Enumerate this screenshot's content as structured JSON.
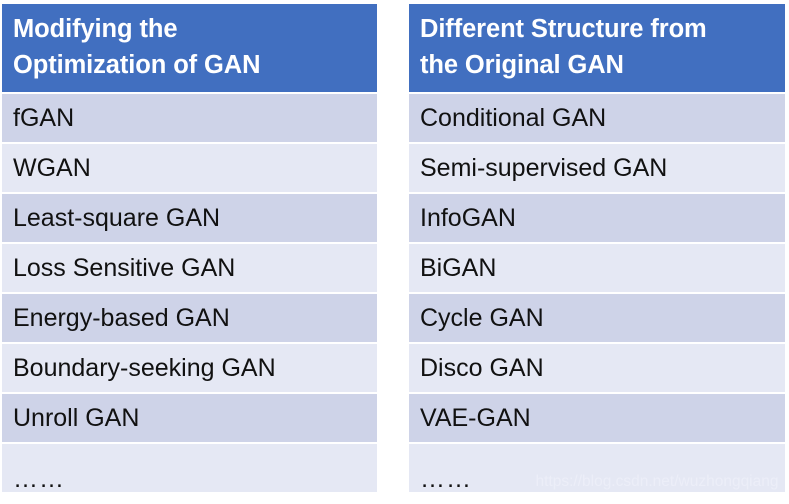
{
  "slide": {
    "background_color": "#ffffff",
    "header_color": "#416fc0",
    "header_text_color": "#ffffff",
    "row_shade_dark": "#ced3e8",
    "row_shade_light": "#e5e8f4",
    "row_text_color": "#111111"
  },
  "columns": [
    {
      "header": "Modifying the\nOptimization of GAN",
      "rows": [
        "fGAN",
        "WGAN",
        "Least-square GAN",
        "Loss Sensitive GAN",
        "Energy-based GAN",
        "Boundary-seeking GAN",
        "Unroll GAN",
        "……"
      ]
    },
    {
      "header": "Different Structure from\nthe Original GAN",
      "rows": [
        "Conditional GAN",
        "Semi-supervised GAN",
        "InfoGAN",
        "BiGAN",
        "Cycle GAN",
        "Disco GAN",
        "VAE-GAN",
        "……"
      ]
    }
  ],
  "watermark": {
    "text": "https://blog.csdn.net/wuzhongqiang",
    "color": "#eceef8"
  }
}
